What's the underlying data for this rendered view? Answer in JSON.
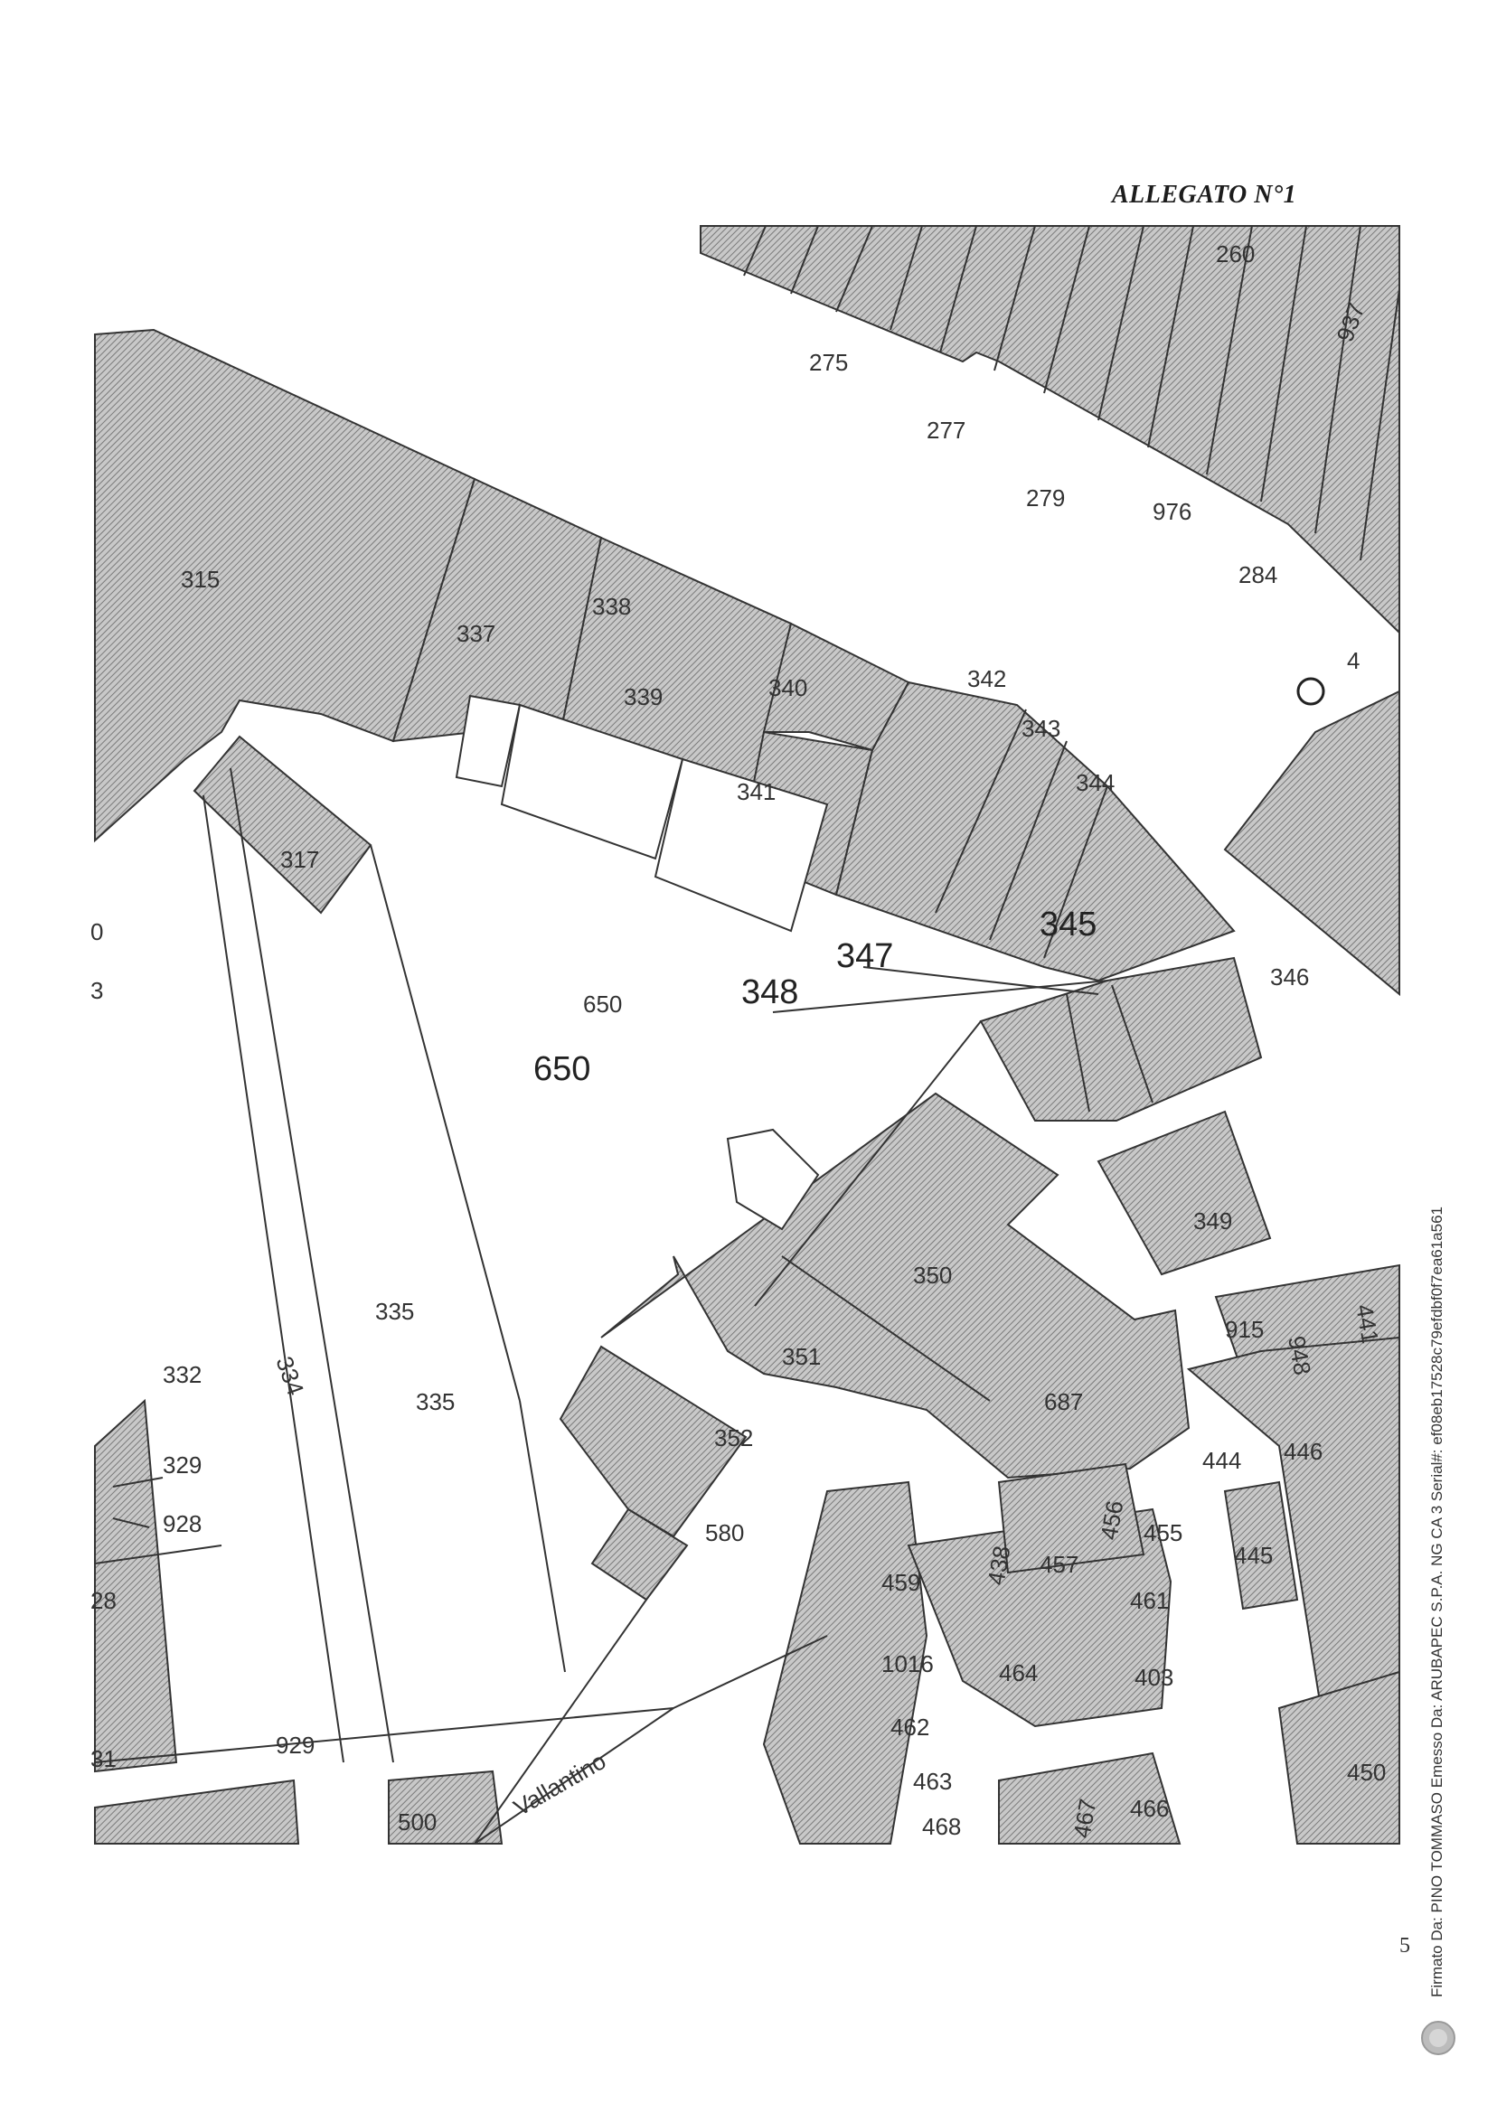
{
  "header": {
    "title": "ALLEGATO N°1"
  },
  "page": {
    "number": "5"
  },
  "signature": {
    "text": "Firmato Da: PINO TOMMASO Emesso Da: ARUBAPEC S.P.A. NG CA 3 Serial#: ef08eb17528c79efdbf0f7ea61a561"
  },
  "map": {
    "road_label": "Vallantino",
    "north_marker": "4",
    "parcels": {
      "p260": "260",
      "p275": "275",
      "p277": "277",
      "p279": "279",
      "p284": "284",
      "p937": "937",
      "p976": "976",
      "p315": "315",
      "p337": "337",
      "p338": "338",
      "p339": "339",
      "p340": "340",
      "p341": "341",
      "p342": "342",
      "p343": "343",
      "p344": "344",
      "p345": "345",
      "p346": "346",
      "p347": "347",
      "p348": "348",
      "p650a": "650",
      "p650b": "650",
      "p317": "317",
      "p335a": "335",
      "p335b": "335",
      "p334": "334",
      "p332": "332",
      "p329": "329",
      "p928": "928",
      "p929": "929",
      "p500": "500",
      "p349": "349",
      "p350": "350",
      "p351": "351",
      "p352": "352",
      "p687": "687",
      "p580": "580",
      "p459": "459",
      "p438": "438",
      "p457": "457",
      "p456": "456",
      "p455": "455",
      "p461": "461",
      "p1016": "1016",
      "p464": "464",
      "p403": "403",
      "p462": "462",
      "p463": "463",
      "p468": "468",
      "p467": "467",
      "p466": "466",
      "p915": "915",
      "p948": "948",
      "p441": "441",
      "p444": "444",
      "p446": "446",
      "p445": "445",
      "p450": "450",
      "edge0": "0",
      "edge3": "3",
      "edge28": "28",
      "edge31": "31"
    }
  }
}
